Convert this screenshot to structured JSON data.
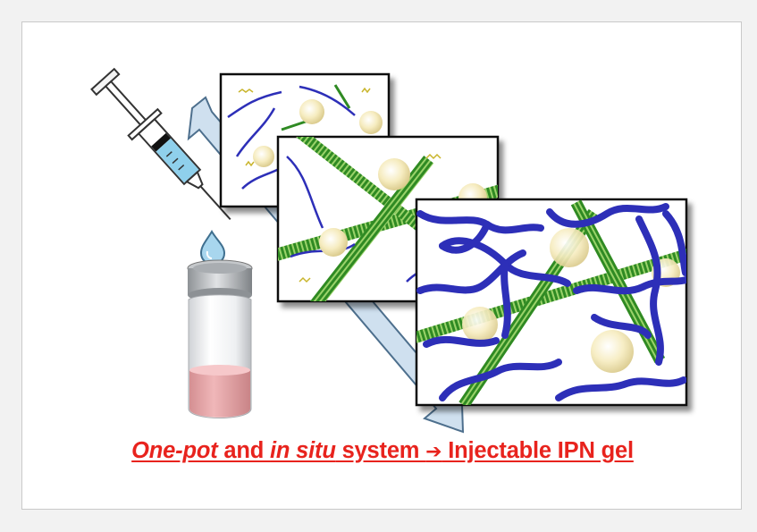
{
  "caption": {
    "part1_italic": "One-pot",
    "part2": " and ",
    "part3_italic": "in situ",
    "part4": " system ",
    "arrow_glyph": "➔",
    "part5": " Injectable IPN gel"
  },
  "colors": {
    "caption": "#e8231d",
    "polymer_blue": "#2d2fb8",
    "fiber_green": "#2f8a23",
    "micelle": "#f3e7a8",
    "liquid_pink": "#e3a2a4",
    "arrow_fill": "#cfe0ef",
    "arrow_stroke": "#4d6f8d"
  },
  "icons": [
    "syringe-icon",
    "droplet-icon",
    "vial-icon",
    "process-arrow-icon"
  ]
}
